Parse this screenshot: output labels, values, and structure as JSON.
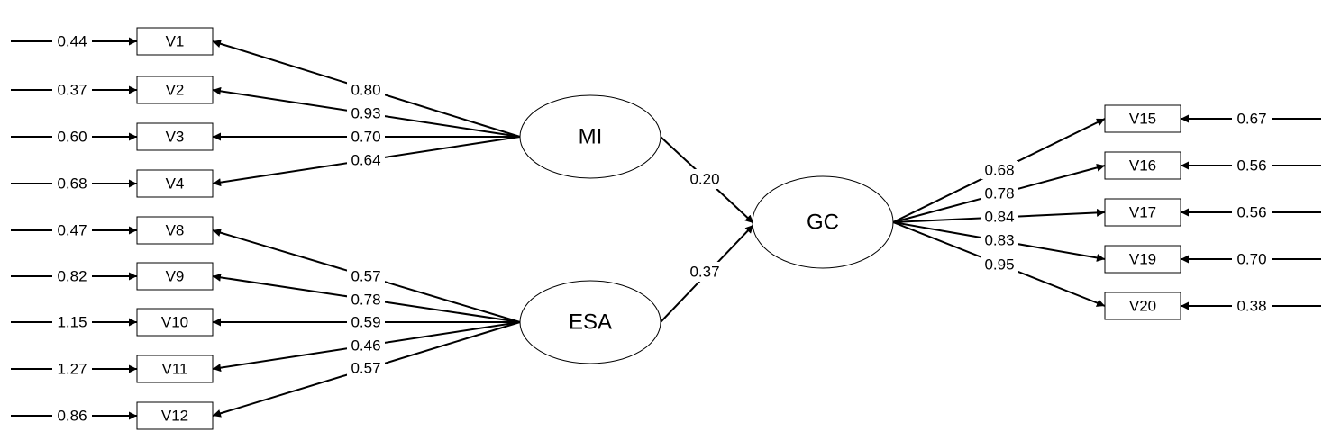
{
  "latent": {
    "mi": "MI",
    "esa": "ESA",
    "gc": "GC"
  },
  "mi_indicators": [
    {
      "name": "V1",
      "error": "0.44",
      "loading": "0.80"
    },
    {
      "name": "V2",
      "error": "0.37",
      "loading": "0.93"
    },
    {
      "name": "V3",
      "error": "0.60",
      "loading": "0.70"
    },
    {
      "name": "V4",
      "error": "0.68",
      "loading": "0.64"
    }
  ],
  "esa_indicators": [
    {
      "name": "V8",
      "error": "0.47",
      "loading": "0.57"
    },
    {
      "name": "V9",
      "error": "0.82",
      "loading": "0.78"
    },
    {
      "name": "V10",
      "error": "1.15",
      "loading": "0.59"
    },
    {
      "name": "V11",
      "error": "1.27",
      "loading": "0.46"
    },
    {
      "name": "V12",
      "error": "0.86",
      "loading": "0.57"
    }
  ],
  "gc_indicators": [
    {
      "name": "V15",
      "error": "0.67",
      "loading": "0.68"
    },
    {
      "name": "V16",
      "error": "0.56",
      "loading": "0.78"
    },
    {
      "name": "V17",
      "error": "0.56",
      "loading": "0.84"
    },
    {
      "name": "V19",
      "error": "0.70",
      "loading": "0.83"
    },
    {
      "name": "V20",
      "error": "0.38",
      "loading": "0.95"
    }
  ],
  "paths": {
    "mi_to_gc": "0.20",
    "esa_to_gc": "0.37"
  }
}
